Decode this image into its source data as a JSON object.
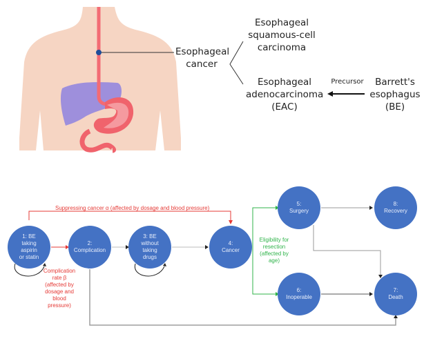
{
  "top_panel": {
    "illustration": {
      "body_color": "#f6d5c3",
      "esophagus_color": "#f36b74",
      "liver_color": "#9e8fdc",
      "stomach_color": "#f0636c",
      "marker_color": "#1f4e9a"
    },
    "labels": {
      "esophageal_cancer": "Esophageal\ncancer",
      "squamous": "Esophageal\nsquamous-cell\ncarcinoma",
      "adeno": "Esophageal\nadenocarcinoma\n(EAC)",
      "precursor": "Precursor",
      "barretts": "Barrett's\nesophagus\n(BE)"
    }
  },
  "state_diagram": {
    "node_color": "#4472c4",
    "nodes": [
      {
        "id": 1,
        "label": "1: BE\ntaking\naspirin\nor statin"
      },
      {
        "id": 2,
        "label": "2:\nComplication"
      },
      {
        "id": 3,
        "label": "3: BE\nwithout\ntaking\ndrugs"
      },
      {
        "id": 4,
        "label": "4:\nCancer"
      },
      {
        "id": 5,
        "label": "5:\nSurgery"
      },
      {
        "id": 6,
        "label": "6:\nInoperable"
      },
      {
        "id": 7,
        "label": "7:\nDeath"
      },
      {
        "id": 8,
        "label": "8:\nRecovery"
      }
    ],
    "edge_labels": {
      "suppressing": "Suppressing cancer α (affected by dosage and blood pressure)",
      "complication": "Complication\nrate β\n(affected by\ndosage and\nblood\npressure)",
      "eligibility": "Eligibility for\nresection\n(affected by\nage)"
    },
    "colors": {
      "red": "#e53935",
      "green": "#2fb34a",
      "gray": "#9e9e9e",
      "black": "#333333"
    }
  }
}
